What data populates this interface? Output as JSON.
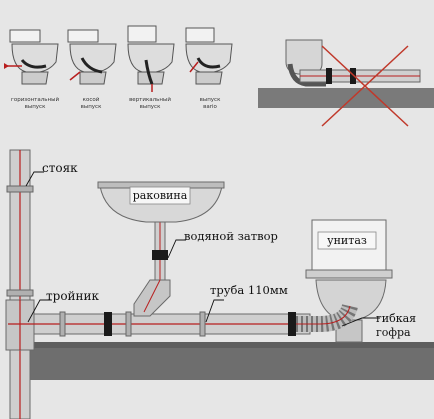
{
  "toilet_types": [
    {
      "line1": "горизонтальный",
      "line2": "выпуск"
    },
    {
      "line1": "косой",
      "line2": "выпуск"
    },
    {
      "line1": "вертикальный",
      "line2": "выпуск"
    },
    {
      "line1": "выпуск",
      "line2": "вario"
    }
  ],
  "labels": {
    "riser": "стояк",
    "sink": "раковина",
    "water_seal": "водяной затвор",
    "toilet": "унитаз",
    "tee": "тройник",
    "pipe": "труба 110мм",
    "flex_1": "гибкая",
    "flex_2": "гофра"
  },
  "colors": {
    "background": "#e6e6e6",
    "pipe": "#c8c8c8",
    "pipe_outline": "#6a6a6a",
    "red_line": "#b81e1e",
    "coupling": "#1a1a1a",
    "floor": "#6e6e6e",
    "label_box": "#f7f7f7"
  }
}
